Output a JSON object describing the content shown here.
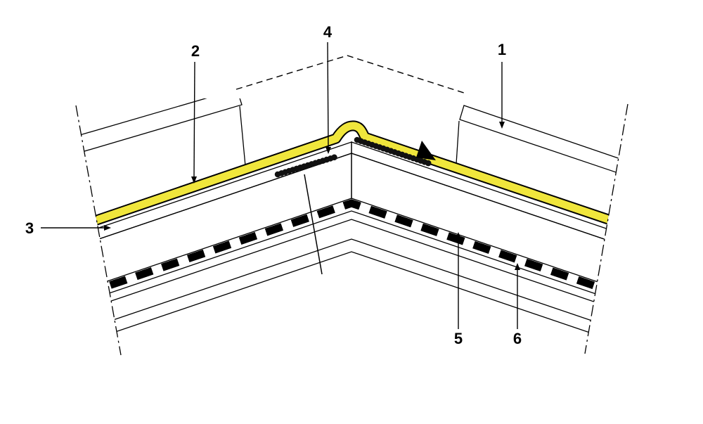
{
  "diagram": {
    "callouts": [
      {
        "label": "1"
      },
      {
        "label": "2"
      },
      {
        "label": "3"
      },
      {
        "label": "4"
      },
      {
        "label": "5"
      },
      {
        "label": "6"
      }
    ],
    "colors": {
      "membrane_yellow": "#f0e63c",
      "line": "#000000",
      "background": "#ffffff"
    }
  }
}
